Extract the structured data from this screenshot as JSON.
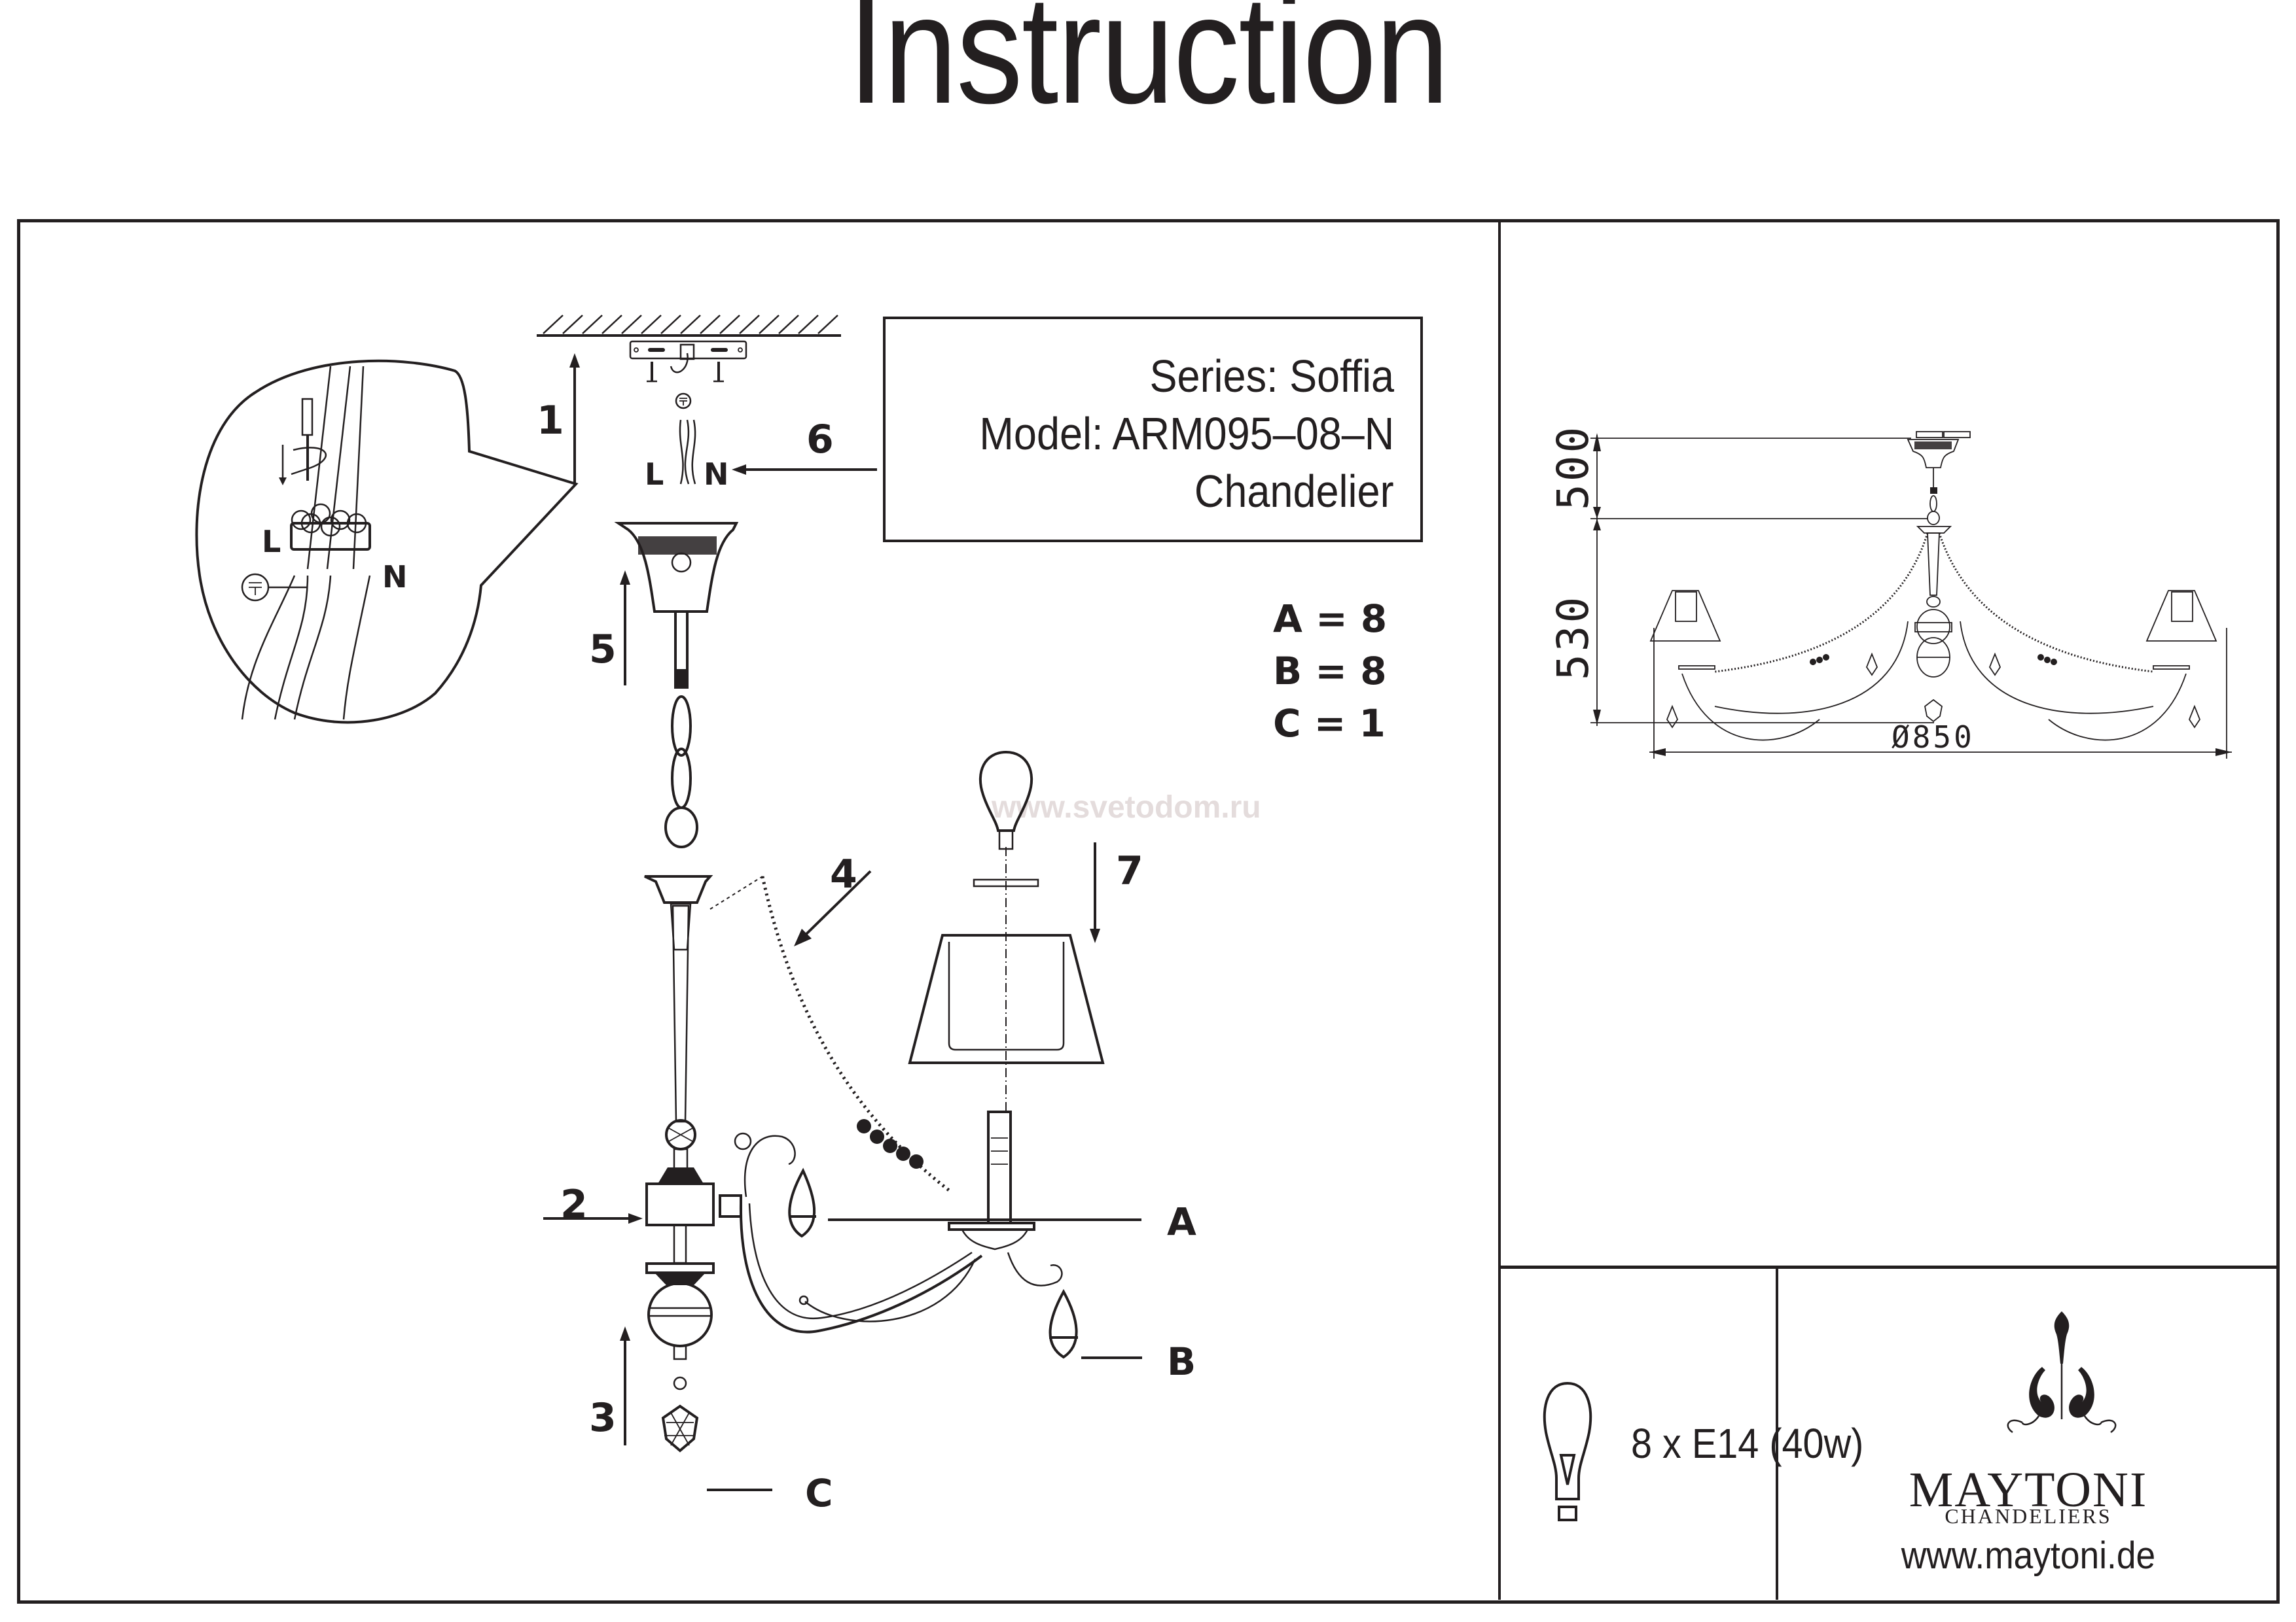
{
  "page": {
    "title": "Instruction"
  },
  "product": {
    "series_line": "Series: Soffia",
    "model_line": "Model: ARM095–08–N",
    "type_line": "Chandelier"
  },
  "parts_count": [
    {
      "part": "A",
      "text": "A = 8"
    },
    {
      "part": "B",
      "text": "B = 8"
    },
    {
      "part": "C",
      "text": "C = 1"
    }
  ],
  "steps": {
    "1": "1",
    "2": "2",
    "3": "3",
    "4": "4",
    "5": "5",
    "6": "6",
    "7": "7"
  },
  "part_labels": {
    "A": "A",
    "B": "B",
    "C": "C"
  },
  "wiring": {
    "live": "L",
    "neutral": "N",
    "detail_live": "L",
    "detail_neutral": "N",
    "ground_icon": "ground-symbol"
  },
  "watermark": "www.svetodom.ru",
  "dimensions": {
    "height_upper": "500",
    "height_lower": "530",
    "diameter": "Ø850"
  },
  "lamp_spec": {
    "icon": "bulb-icon",
    "text": "8 x E14 (40w)"
  },
  "brand": {
    "name": "MAYTONI",
    "subtitle": "CHANDELIERS",
    "url": "www.maytoni.de"
  }
}
